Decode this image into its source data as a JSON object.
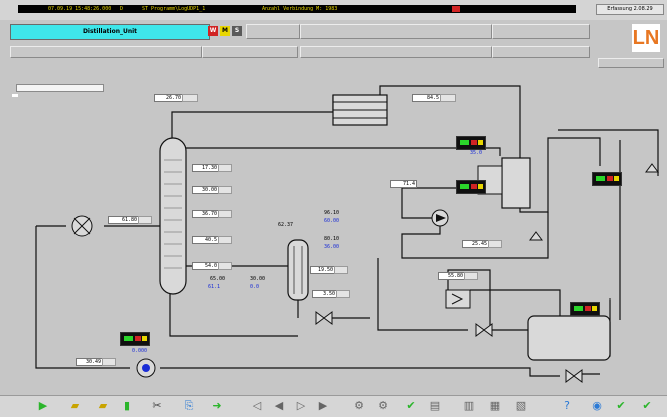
{
  "topbar": {
    "datetime": "07.09.19 15:48:26.000",
    "seg1": "D",
    "program": "ST Programm\\LogUDP1_1",
    "user": "Anzahl Verbindung M: 1983",
    "right_box": "Erfassung 2.08.29"
  },
  "unit": {
    "title": "Distillation_Unit"
  },
  "status_squares": [
    "W",
    "M",
    "S"
  ],
  "logo": {
    "text": "LN",
    "color": "#e87722"
  },
  "values": {
    "column_top": "26.70",
    "reflux_drum": "84.5",
    "feed": "61.80",
    "tray1": "17.30",
    "tray2": "30.00",
    "tray3": "36.70",
    "tray4": "40.5",
    "tray5": "54.0",
    "bottom_left": "3.50",
    "cond_left": "62.37",
    "reboil1": "65.00",
    "reboil2": "30.00",
    "side1": "96.10",
    "side2": "80.10",
    "side3": "19.50",
    "pump_in": "71.4",
    "cond_out": "25.45",
    "hx_mid": "55.80",
    "bottom_feed": "30.49"
  },
  "blue": {
    "b1": "60.00",
    "b2": "36.00",
    "b3": "61.1",
    "b4": "0.0",
    "b5": "35.0",
    "b6": "0.000"
  },
  "icons": {
    "play": "play-icon",
    "folder": "folder-icon",
    "save": "save-icon"
  }
}
